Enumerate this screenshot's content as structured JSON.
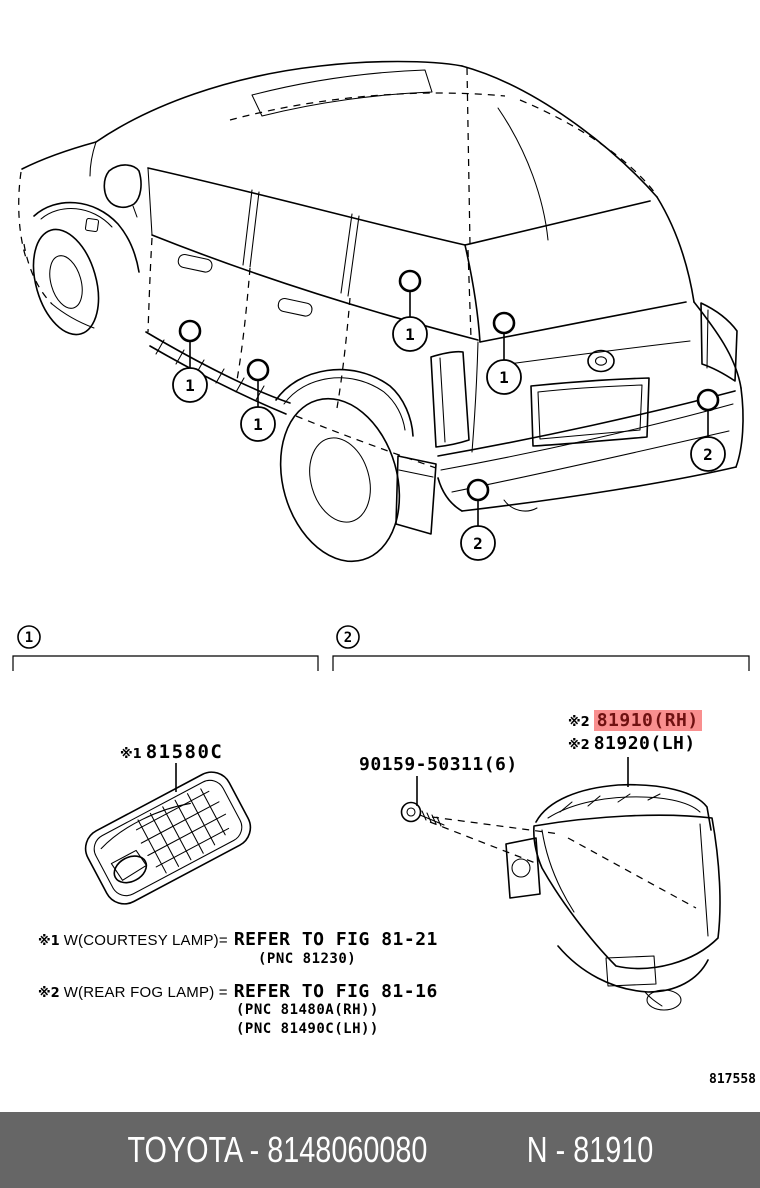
{
  "diagram": {
    "sections": [
      {
        "label": "1"
      },
      {
        "label": "2"
      }
    ],
    "callout_labels": {
      "front_door": "1",
      "rear_door": "1",
      "quarter": "1",
      "back_door": "1",
      "bumper_corner": "2",
      "bumper_lower": "2"
    }
  },
  "parts": {
    "courtesy_lamp": {
      "ref_mark": "※1",
      "code": "81580C"
    },
    "screw": {
      "code": "90159-50311(6)"
    },
    "fog_lamp_rh": {
      "ref_mark": "※2",
      "code": "81910(RH)"
    },
    "fog_lamp_lh": {
      "ref_mark": "※2",
      "code": "81920(LH)"
    }
  },
  "notes": [
    {
      "ref_mark": "※1",
      "condition": "W(COURTESY LAMP)=",
      "reference": "REFER TO FIG 81-21",
      "pnc": [
        "(PNC 81230)"
      ]
    },
    {
      "ref_mark": "※2",
      "condition": "W(REAR FOG LAMP) =",
      "reference": "REFER TO FIG 81-16",
      "pnc": [
        "(PNC 81480A(RH))",
        "(PNC 81490C(LH))"
      ]
    }
  ],
  "page_code": "817558",
  "footer": {
    "left": "TOYOTA - 8148060080",
    "right": "N - 81910"
  },
  "colors": {
    "highlight": "#f98f8f",
    "highlight_text": "#6f1111",
    "footer_bg": "#666666"
  }
}
